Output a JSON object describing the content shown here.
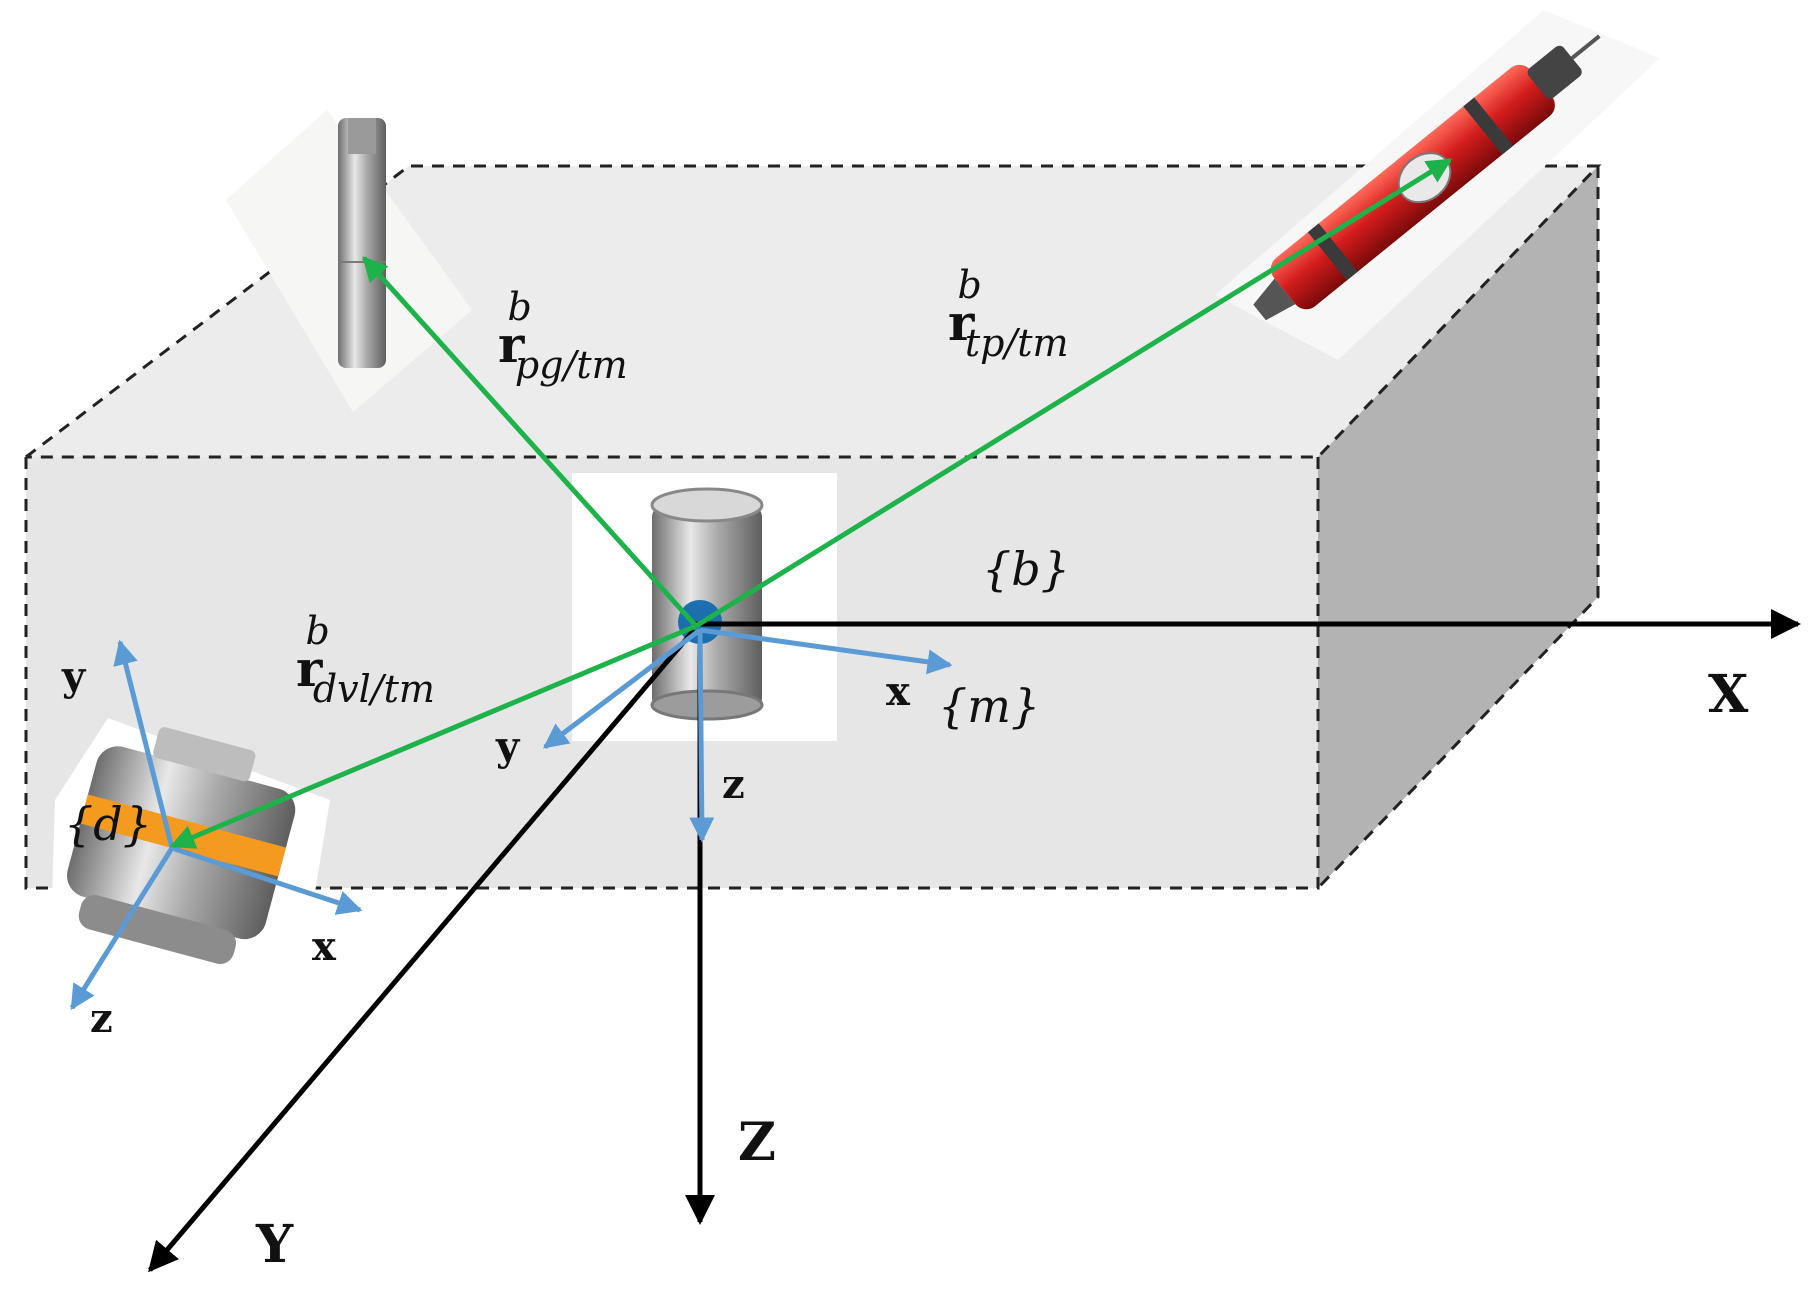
{
  "colors": {
    "vector": "#1db34a",
    "sensor_axis": "#5b9bd5",
    "body_axis": "#000000",
    "box_front": "#e6e6e6",
    "box_top": "#ececec",
    "box_side": "#b3b3b3",
    "tracker_body": "#d42020"
  },
  "body_frame": {
    "label": "{b}",
    "axes": {
      "x": "X",
      "y": "Y",
      "z": "Z"
    }
  },
  "mru_frame": {
    "label": "{m}",
    "axes": {
      "x": "x",
      "y": "y",
      "z": "z"
    }
  },
  "dvl_frame": {
    "label": "{d}",
    "axes": {
      "x": "x",
      "y": "y",
      "z": "z"
    }
  },
  "vectors": [
    {
      "id": "pg",
      "main": "r",
      "sup": "b",
      "sub": "pg/tm"
    },
    {
      "id": "tp",
      "main": "r",
      "sup": "b",
      "sub": "tp/tm"
    },
    {
      "id": "dvl",
      "main": "r",
      "sup": "b",
      "sub": "dvl/tm"
    }
  ],
  "icons": {
    "pressure_gauge": "pressure-gauge-photo",
    "transponder": "transponder-photo",
    "mru": "motion-reference-unit-photo",
    "dvl": "doppler-velocity-log-photo"
  }
}
